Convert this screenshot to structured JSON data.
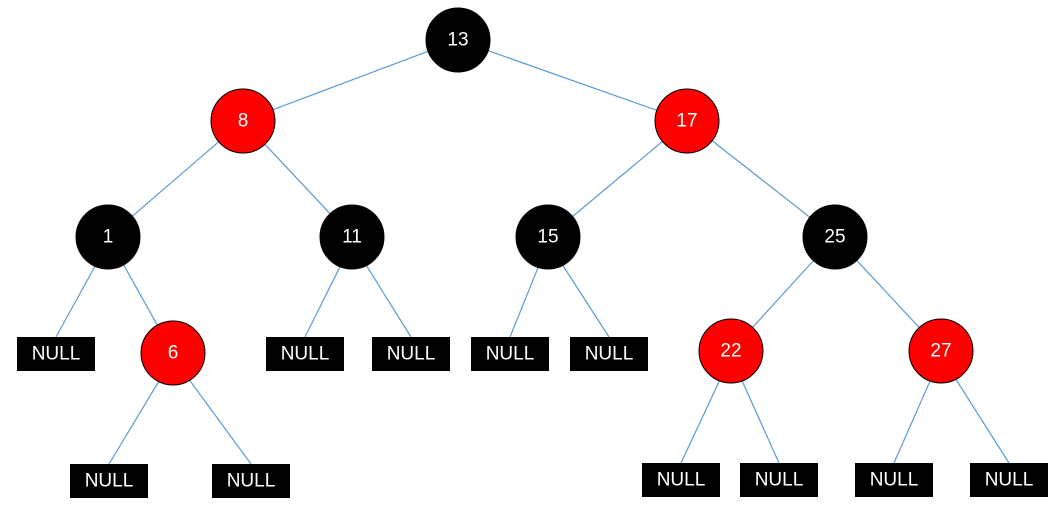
{
  "colors": {
    "black_node": "#000000",
    "red_node": "#ff0000",
    "edge": "#5b9bd5",
    "label_text": "#ffffff"
  },
  "null_label": "NULL",
  "tree": {
    "id": "n13",
    "label": "13",
    "color": "black",
    "children": [
      {
        "id": "n8",
        "label": "8",
        "color": "red",
        "children": [
          {
            "id": "n1",
            "label": "1",
            "color": "black",
            "children": [
              {
                "id": "null-1-left",
                "null": true
              },
              {
                "id": "n6",
                "label": "6",
                "color": "red",
                "children": [
                  {
                    "id": "null-6-left",
                    "null": true
                  },
                  {
                    "id": "null-6-right",
                    "null": true
                  }
                ]
              }
            ]
          },
          {
            "id": "n11",
            "label": "11",
            "color": "black",
            "children": [
              {
                "id": "null-11-left",
                "null": true
              },
              {
                "id": "null-11-right",
                "null": true
              }
            ]
          }
        ]
      },
      {
        "id": "n17",
        "label": "17",
        "color": "red",
        "children": [
          {
            "id": "n15",
            "label": "15",
            "color": "black",
            "children": [
              {
                "id": "null-15-left",
                "null": true
              },
              {
                "id": "null-15-right",
                "null": true
              }
            ]
          },
          {
            "id": "n25",
            "label": "25",
            "color": "black",
            "children": [
              {
                "id": "n22",
                "label": "22",
                "color": "red",
                "children": [
                  {
                    "id": "null-22-left",
                    "null": true
                  },
                  {
                    "id": "null-22-right",
                    "null": true
                  }
                ]
              },
              {
                "id": "n27",
                "label": "27",
                "color": "red",
                "children": [
                  {
                    "id": "null-27-left",
                    "null": true
                  },
                  {
                    "id": "null-27-right",
                    "null": true
                  }
                ]
              }
            ]
          }
        ]
      }
    ]
  }
}
